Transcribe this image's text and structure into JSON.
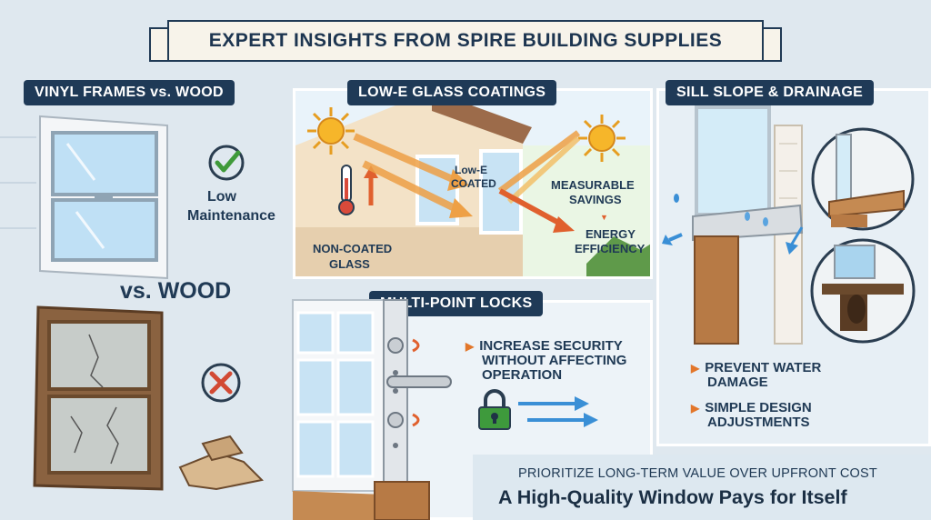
{
  "banner": {
    "title": "EXPERT INSIGHTS FROM SPIRE BUILDING SUPPLIES"
  },
  "vinyl": {
    "heading": "VINYL FRAMES vs. WOOD",
    "benefit_line1": "Low",
    "benefit_line2": "Maintenance",
    "vs_text": "vs. WOOD",
    "icons": [
      "check-circle-icon",
      "x-circle-icon"
    ],
    "colors": {
      "check": "#3f9a3a",
      "cross": "#d24a34"
    }
  },
  "lowe": {
    "heading": "LOW-E GLASS COATINGS",
    "coated_line1": "Low-E",
    "coated_line2": "COATED",
    "noncoated_line1": "NON-COATED",
    "noncoated_line2": "GLASS",
    "savings_line1": "MEASURABLE",
    "savings_line2": "SAVINGS",
    "efficiency_line1": "ENERGY",
    "efficiency_line2": "EFFICIENCY",
    "icons": [
      "sun-icon",
      "thermometer-icon"
    ]
  },
  "sill": {
    "heading": "SILL SLOPE & DRAINAGE",
    "bullet1_line1": "PREVENT WATER",
    "bullet1_line2": "DAMAGE",
    "bullet2_line1": "SIMPLE DESIGN",
    "bullet2_line2": "ADJUSTMENTS"
  },
  "locks": {
    "heading": "MULTI-POINT LOCKS",
    "bullet_line1": "INCREASE SECURITY",
    "bullet_line2": "WITHOUT AFFECTING",
    "bullet_line3": "OPERATION",
    "icons": [
      "padlock-icon"
    ],
    "colors": {
      "lock": "#3e9a3c",
      "arrow": "#3a8fd6"
    }
  },
  "footer": {
    "line1": "PRIORITIZE LONG-TERM VALUE OVER UPFRONT COST",
    "line2": "A High-Quality Window Pays for Itself"
  }
}
